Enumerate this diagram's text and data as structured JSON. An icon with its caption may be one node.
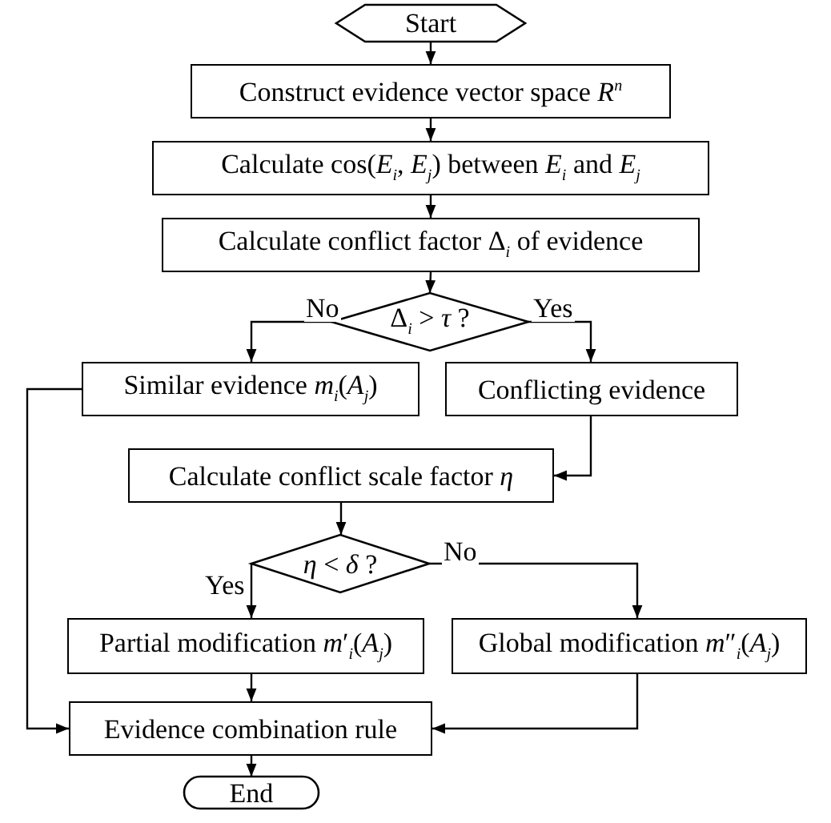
{
  "diagram": {
    "nodes": [
      {
        "text": [
          "Start"
        ]
      },
      {
        "text": [
          "Construct evidence vector space *R*$^{n}$"
        ]
      },
      {
        "text": [
          "Calculate cos(*E*$_{i}$, *E*$_{j}$) between *E*$_{i}$ and *E*$_{j}$"
        ]
      },
      {
        "text": [
          "Calculate conflict factor Δ$_{i}$ of evidence"
        ]
      },
      {
        "text": [
          "Δ$_{i}$ > *τ* ?"
        ]
      },
      {
        "text": [
          "Similar evidence *m*$_{i}$(*A*$_{j}$)"
        ]
      },
      {
        "text": [
          "Conflicting evidence"
        ]
      },
      {
        "text": [
          "Calculate conflict scale factor *η*"
        ]
      },
      {
        "text": [
          "*η* < *δ* ?"
        ]
      },
      {
        "text": [
          "Partial modification *m*′$_{i}$(*A*$_{j}$)"
        ]
      },
      {
        "text": [
          "Global modification *m*″$_{i}$(*A*$_{j}$)"
        ]
      },
      {
        "text": [
          "Evidence combination rule"
        ]
      },
      {
        "text": [
          "End"
        ]
      }
    ],
    "edges": [
      {
        "from": 0,
        "to": 1,
        "arrow": "to"
      },
      {
        "from": 1,
        "to": 2,
        "arrow": "to"
      },
      {
        "from": 2,
        "to": 3,
        "arrow": "to"
      },
      {
        "from": 3,
        "to": 4,
        "arrow": "to"
      },
      {
        "from": 4,
        "to": 5,
        "arrow": "to",
        "label": "No"
      },
      {
        "from": 4,
        "to": 6,
        "arrow": "to",
        "label": "Yes"
      },
      {
        "from": 6,
        "to": 7,
        "arrow": "to"
      },
      {
        "from": 7,
        "to": 8,
        "arrow": "to"
      },
      {
        "from": 8,
        "to": 9,
        "arrow": "to",
        "label": "Yes"
      },
      {
        "from": 8,
        "to": 10,
        "arrow": "to",
        "label": "No"
      },
      {
        "from": 5,
        "to": 11,
        "arrow": "to"
      },
      {
        "from": 9,
        "to": 11,
        "arrow": "to"
      },
      {
        "from": 10,
        "to": 11,
        "arrow": "to"
      },
      {
        "from": 11,
        "to": 12,
        "arrow": "to"
      }
    ]
  }
}
